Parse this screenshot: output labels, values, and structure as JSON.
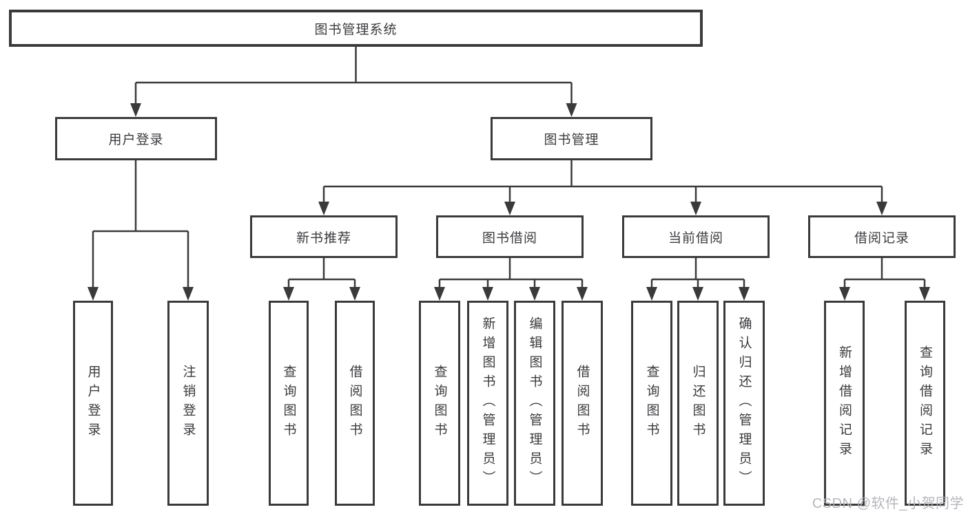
{
  "diagram": {
    "title": "图书管理系统",
    "children": [
      {
        "label": "用户登录",
        "children": [
          {
            "label": "用户登录"
          },
          {
            "label": "注销登录"
          }
        ]
      },
      {
        "label": "图书管理",
        "children": [
          {
            "label": "新书推荐",
            "children": [
              {
                "label": "查询图书"
              },
              {
                "label": "借阅图书"
              }
            ]
          },
          {
            "label": "图书借阅",
            "children": [
              {
                "label": "查询图书"
              },
              {
                "label": "新增图书（管理员）"
              },
              {
                "label": "编辑图书（管理员）"
              },
              {
                "label": "借阅图书"
              }
            ]
          },
          {
            "label": "当前借阅",
            "children": [
              {
                "label": "查询图书"
              },
              {
                "label": "归还图书"
              },
              {
                "label": "确认归还（管理员）"
              }
            ]
          },
          {
            "label": "借阅记录",
            "children": [
              {
                "label": "新增借阅记录"
              },
              {
                "label": "查询借阅记录"
              }
            ]
          }
        ]
      }
    ]
  },
  "watermark": {
    "text": "CSDN @软件_小贺同学"
  },
  "colors": {
    "line": "#3a3a3a",
    "text": "#3b3b3e",
    "watermark": "#b2b2b8"
  }
}
